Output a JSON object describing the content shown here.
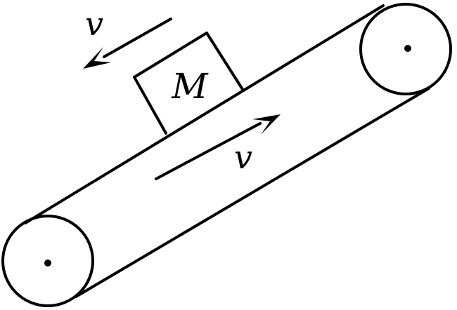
{
  "colors": {
    "ink": "#000000",
    "background": "#ffffff"
  },
  "labels": {
    "mass": "M",
    "block_velocity": "v",
    "belt_velocity": "v"
  }
}
